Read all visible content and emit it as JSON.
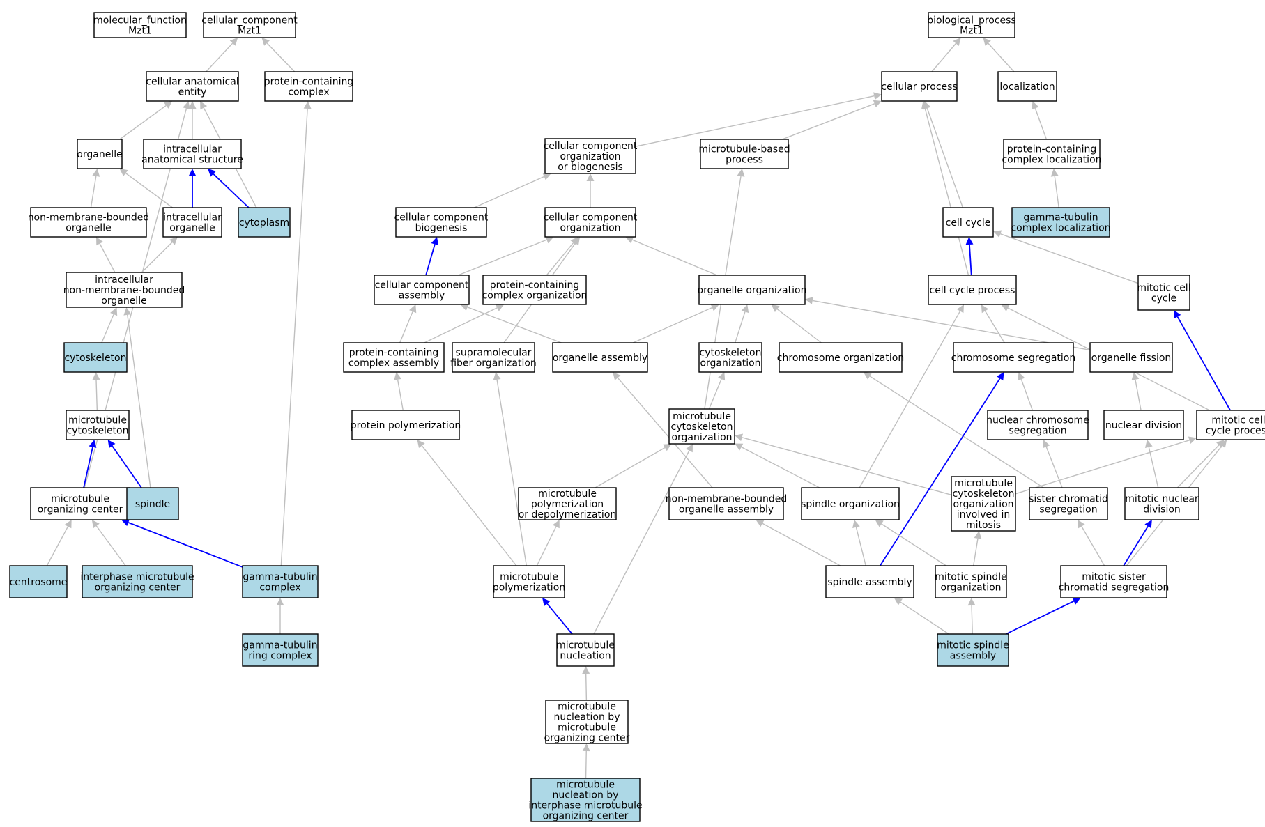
{
  "colors": {
    "plain_fill": "#ffffff",
    "highlight_fill": "#add8e6",
    "border": "#000000",
    "edge_gray": "#bfbfbf",
    "edge_blue": "#0000ff"
  },
  "nodes": [
    {
      "id": "mf",
      "lines": [
        "molecular_function",
        "Mzt1"
      ],
      "highlight": false
    },
    {
      "id": "cc",
      "lines": [
        "cellular_component",
        "Mzt1"
      ],
      "highlight": false
    },
    {
      "id": "bp",
      "lines": [
        "biological_process",
        "Mzt1"
      ],
      "highlight": false
    },
    {
      "id": "cae",
      "lines": [
        "cellular anatomical",
        "entity"
      ],
      "highlight": false
    },
    {
      "id": "pcc",
      "lines": [
        "protein-containing",
        "complex"
      ],
      "highlight": false
    },
    {
      "id": "cp",
      "lines": [
        "cellular process"
      ],
      "highlight": false
    },
    {
      "id": "loc",
      "lines": [
        "localization"
      ],
      "highlight": false
    },
    {
      "id": "org",
      "lines": [
        "organelle"
      ],
      "highlight": false
    },
    {
      "id": "ias",
      "lines": [
        "intracellular",
        "anatomical structure"
      ],
      "highlight": false
    },
    {
      "id": "ccob",
      "lines": [
        "cellular component",
        "organization",
        "or biogenesis"
      ],
      "highlight": false
    },
    {
      "id": "mbp",
      "lines": [
        "microtubule-based",
        "process"
      ],
      "highlight": false
    },
    {
      "id": "pccl",
      "lines": [
        "protein-containing",
        "complex localization"
      ],
      "highlight": false
    },
    {
      "id": "nmbo",
      "lines": [
        "non-membrane-bounded",
        "organelle"
      ],
      "highlight": false
    },
    {
      "id": "io",
      "lines": [
        "intracellular",
        "organelle"
      ],
      "highlight": false
    },
    {
      "id": "cyto",
      "lines": [
        "cytoplasm"
      ],
      "highlight": true
    },
    {
      "id": "ccb",
      "lines": [
        "cellular component",
        "biogenesis"
      ],
      "highlight": false
    },
    {
      "id": "cco",
      "lines": [
        "cellular component",
        "organization"
      ],
      "highlight": false
    },
    {
      "id": "cc2",
      "lines": [
        "cell cycle"
      ],
      "highlight": false
    },
    {
      "id": "gtcl",
      "lines": [
        "gamma-tubulin",
        "complex localization"
      ],
      "highlight": true
    },
    {
      "id": "inmbo",
      "lines": [
        "intracellular",
        "non-membrane-bounded",
        "organelle"
      ],
      "highlight": false
    },
    {
      "id": "cca",
      "lines": [
        "cellular component",
        "assembly"
      ],
      "highlight": false
    },
    {
      "id": "pco",
      "lines": [
        "protein-containing",
        "complex organization"
      ],
      "highlight": false
    },
    {
      "id": "oo",
      "lines": [
        "organelle organization"
      ],
      "highlight": false
    },
    {
      "id": "ccp",
      "lines": [
        "cell cycle process"
      ],
      "highlight": false
    },
    {
      "id": "mcc",
      "lines": [
        "mitotic cell",
        "cycle"
      ],
      "highlight": false
    },
    {
      "id": "csk",
      "lines": [
        "cytoskeleton"
      ],
      "highlight": true
    },
    {
      "id": "pcca",
      "lines": [
        "protein-containing",
        "complex assembly"
      ],
      "highlight": false
    },
    {
      "id": "sfo",
      "lines": [
        "supramolecular",
        "fiber organization"
      ],
      "highlight": false
    },
    {
      "id": "oa",
      "lines": [
        "organelle assembly"
      ],
      "highlight": false
    },
    {
      "id": "csko",
      "lines": [
        "cytoskeleton",
        "organization"
      ],
      "highlight": false
    },
    {
      "id": "co",
      "lines": [
        "chromosome organization"
      ],
      "highlight": false
    },
    {
      "id": "cs",
      "lines": [
        "chromosome segregation"
      ],
      "highlight": false
    },
    {
      "id": "of",
      "lines": [
        "organelle fission"
      ],
      "highlight": false
    },
    {
      "id": "mtc",
      "lines": [
        "microtubule",
        "cytoskeleton"
      ],
      "highlight": false
    },
    {
      "id": "pp",
      "lines": [
        "protein polymerization"
      ],
      "highlight": false
    },
    {
      "id": "mcsko",
      "lines": [
        "microtubule",
        "cytoskeleton",
        "organization"
      ],
      "highlight": false
    },
    {
      "id": "ncs",
      "lines": [
        "nuclear chromosome",
        "segregation"
      ],
      "highlight": false
    },
    {
      "id": "nd",
      "lines": [
        "nuclear division"
      ],
      "highlight": false
    },
    {
      "id": "mccp",
      "lines": [
        "mitotic cell",
        "cycle process"
      ],
      "highlight": false
    },
    {
      "id": "mtoc",
      "lines": [
        "microtubule",
        "organizing center"
      ],
      "highlight": false
    },
    {
      "id": "spindle",
      "lines": [
        "spindle"
      ],
      "highlight": true
    },
    {
      "id": "mpod",
      "lines": [
        "microtubule",
        "polymerization",
        "or depolymerization"
      ],
      "highlight": false
    },
    {
      "id": "nmboa",
      "lines": [
        "non-membrane-bounded",
        "organelle assembly"
      ],
      "highlight": false
    },
    {
      "id": "so",
      "lines": [
        "spindle organization"
      ],
      "highlight": false
    },
    {
      "id": "mcskom",
      "lines": [
        "microtubule",
        "cytoskeleton",
        "organization",
        "involved in",
        "mitosis"
      ],
      "highlight": false
    },
    {
      "id": "scs",
      "lines": [
        "sister chromatid",
        "segregation"
      ],
      "highlight": false
    },
    {
      "id": "mnd",
      "lines": [
        "mitotic nuclear",
        "division"
      ],
      "highlight": false
    },
    {
      "id": "centro",
      "lines": [
        "centrosome"
      ],
      "highlight": true
    },
    {
      "id": "imtoc",
      "lines": [
        "interphase microtubule",
        "organizing center"
      ],
      "highlight": true
    },
    {
      "id": "gtc",
      "lines": [
        "gamma-tubulin",
        "complex"
      ],
      "highlight": true
    },
    {
      "id": "mp",
      "lines": [
        "microtubule",
        "polymerization"
      ],
      "highlight": false
    },
    {
      "id": "sa",
      "lines": [
        "spindle assembly"
      ],
      "highlight": false
    },
    {
      "id": "mso",
      "lines": [
        "mitotic spindle",
        "organization"
      ],
      "highlight": false
    },
    {
      "id": "mscs",
      "lines": [
        "mitotic sister",
        "chromatid segregation"
      ],
      "highlight": false
    },
    {
      "id": "gtrc",
      "lines": [
        "gamma-tubulin",
        "ring complex"
      ],
      "highlight": true
    },
    {
      "id": "mn",
      "lines": [
        "microtubule",
        "nucleation"
      ],
      "highlight": false
    },
    {
      "id": "msa",
      "lines": [
        "mitotic spindle",
        "assembly"
      ],
      "highlight": true
    },
    {
      "id": "mnmtoc",
      "lines": [
        "microtubule",
        "nucleation by",
        "microtubule",
        "organizing center"
      ],
      "highlight": false
    },
    {
      "id": "mnimtoc",
      "lines": [
        "microtubule",
        "nucleation by",
        "interphase microtubule",
        "organizing center"
      ],
      "highlight": true
    }
  ],
  "edges": [
    {
      "from": "cae",
      "to": "cc",
      "kind": "is_a"
    },
    {
      "from": "pcc",
      "to": "cc",
      "kind": "is_a"
    },
    {
      "from": "cp",
      "to": "bp",
      "kind": "is_a"
    },
    {
      "from": "loc",
      "to": "bp",
      "kind": "is_a"
    },
    {
      "from": "org",
      "to": "cae",
      "kind": "is_a"
    },
    {
      "from": "ias",
      "to": "cae",
      "kind": "is_a"
    },
    {
      "from": "cyto",
      "to": "cae",
      "kind": "is_a"
    },
    {
      "from": "mtoc",
      "to": "cae",
      "kind": "is_a"
    },
    {
      "from": "ccob",
      "to": "cp",
      "kind": "is_a"
    },
    {
      "from": "mbp",
      "to": "cp",
      "kind": "is_a"
    },
    {
      "from": "pccl",
      "to": "loc",
      "kind": "is_a"
    },
    {
      "from": "nmbo",
      "to": "org",
      "kind": "is_a"
    },
    {
      "from": "io",
      "to": "org",
      "kind": "is_a"
    },
    {
      "from": "io",
      "to": "ias",
      "kind": "part_of"
    },
    {
      "from": "cyto",
      "to": "ias",
      "kind": "part_of"
    },
    {
      "from": "inmbo",
      "to": "nmbo",
      "kind": "is_a"
    },
    {
      "from": "inmbo",
      "to": "io",
      "kind": "is_a"
    },
    {
      "from": "ccb",
      "to": "ccob",
      "kind": "is_a"
    },
    {
      "from": "cco",
      "to": "ccob",
      "kind": "is_a"
    },
    {
      "from": "cc2",
      "to": "cp",
      "kind": "is_a"
    },
    {
      "from": "ccp",
      "to": "cp",
      "kind": "is_a"
    },
    {
      "from": "gtcl",
      "to": "pccl",
      "kind": "is_a"
    },
    {
      "from": "cca",
      "to": "ccb",
      "kind": "part_of"
    },
    {
      "from": "cca",
      "to": "cco",
      "kind": "is_a"
    },
    {
      "from": "pco",
      "to": "cco",
      "kind": "is_a"
    },
    {
      "from": "oo",
      "to": "cco",
      "kind": "is_a"
    },
    {
      "from": "sfo",
      "to": "cco",
      "kind": "is_a"
    },
    {
      "from": "ccp",
      "to": "cc2",
      "kind": "part_of"
    },
    {
      "from": "mcc",
      "to": "cc2",
      "kind": "is_a"
    },
    {
      "from": "csk",
      "to": "inmbo",
      "kind": "is_a"
    },
    {
      "from": "spindle",
      "to": "inmbo",
      "kind": "is_a"
    },
    {
      "from": "pcca",
      "to": "cca",
      "kind": "is_a"
    },
    {
      "from": "pcca",
      "to": "pco",
      "kind": "is_a"
    },
    {
      "from": "oa",
      "to": "cca",
      "kind": "is_a"
    },
    {
      "from": "oa",
      "to": "oo",
      "kind": "is_a"
    },
    {
      "from": "csko",
      "to": "oo",
      "kind": "is_a"
    },
    {
      "from": "co",
      "to": "oo",
      "kind": "is_a"
    },
    {
      "from": "of",
      "to": "oo",
      "kind": "is_a"
    },
    {
      "from": "cs",
      "to": "ccp",
      "kind": "is_a"
    },
    {
      "from": "mccp",
      "to": "ccp",
      "kind": "is_a"
    },
    {
      "from": "mccp",
      "to": "mcc",
      "kind": "part_of"
    },
    {
      "from": "mtc",
      "to": "csk",
      "kind": "is_a"
    },
    {
      "from": "pp",
      "to": "pcca",
      "kind": "is_a"
    },
    {
      "from": "mcsko",
      "to": "csko",
      "kind": "is_a"
    },
    {
      "from": "mcsko",
      "to": "mbp",
      "kind": "is_a"
    },
    {
      "from": "ncs",
      "to": "cs",
      "kind": "is_a"
    },
    {
      "from": "nd",
      "to": "of",
      "kind": "is_a"
    },
    {
      "from": "mtoc",
      "to": "mtc",
      "kind": "part_of"
    },
    {
      "from": "spindle",
      "to": "mtc",
      "kind": "part_of"
    },
    {
      "from": "mpod",
      "to": "mcsko",
      "kind": "is_a"
    },
    {
      "from": "nmboa",
      "to": "oa",
      "kind": "is_a"
    },
    {
      "from": "so",
      "to": "mcsko",
      "kind": "is_a"
    },
    {
      "from": "so",
      "to": "ccp",
      "kind": "is_a"
    },
    {
      "from": "mcskom",
      "to": "mcsko",
      "kind": "is_a"
    },
    {
      "from": "mcskom",
      "to": "mccp",
      "kind": "is_a"
    },
    {
      "from": "scs",
      "to": "ncs",
      "kind": "is_a"
    },
    {
      "from": "scs",
      "to": "co",
      "kind": "is_a"
    },
    {
      "from": "mnd",
      "to": "nd",
      "kind": "is_a"
    },
    {
      "from": "mnd",
      "to": "mccp",
      "kind": "is_a"
    },
    {
      "from": "centro",
      "to": "mtoc",
      "kind": "is_a"
    },
    {
      "from": "imtoc",
      "to": "mtoc",
      "kind": "is_a"
    },
    {
      "from": "gtc",
      "to": "mtoc",
      "kind": "part_of"
    },
    {
      "from": "gtc",
      "to": "pcc",
      "kind": "is_a"
    },
    {
      "from": "mp",
      "to": "mpod",
      "kind": "is_a"
    },
    {
      "from": "mp",
      "to": "pp",
      "kind": "is_a"
    },
    {
      "from": "mp",
      "to": "sfo",
      "kind": "is_a"
    },
    {
      "from": "sa",
      "to": "so",
      "kind": "is_a"
    },
    {
      "from": "sa",
      "to": "nmboa",
      "kind": "is_a"
    },
    {
      "from": "sa",
      "to": "cs",
      "kind": "part_of"
    },
    {
      "from": "mso",
      "to": "so",
      "kind": "is_a"
    },
    {
      "from": "mso",
      "to": "mcskom",
      "kind": "is_a"
    },
    {
      "from": "mscs",
      "to": "scs",
      "kind": "is_a"
    },
    {
      "from": "mscs",
      "to": "mnd",
      "kind": "part_of"
    },
    {
      "from": "mscs",
      "to": "mccp",
      "kind": "is_a"
    },
    {
      "from": "gtrc",
      "to": "gtc",
      "kind": "is_a"
    },
    {
      "from": "mn",
      "to": "mp",
      "kind": "part_of"
    },
    {
      "from": "mn",
      "to": "mcsko",
      "kind": "is_a"
    },
    {
      "from": "msa",
      "to": "sa",
      "kind": "is_a"
    },
    {
      "from": "msa",
      "to": "mso",
      "kind": "is_a"
    },
    {
      "from": "msa",
      "to": "mscs",
      "kind": "part_of"
    },
    {
      "from": "mnmtoc",
      "to": "mn",
      "kind": "is_a"
    },
    {
      "from": "mnimtoc",
      "to": "mnmtoc",
      "kind": "is_a"
    }
  ]
}
